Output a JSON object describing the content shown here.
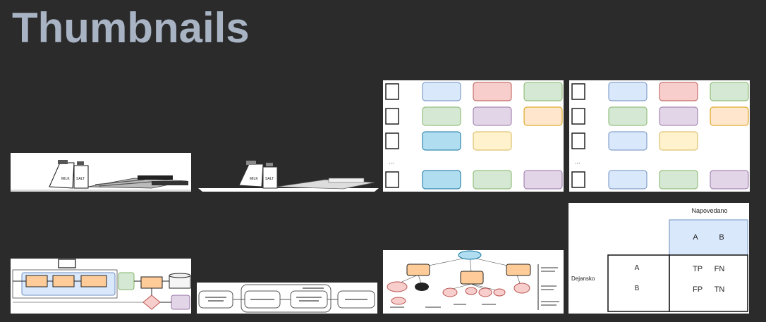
{
  "title": "Thumbnails",
  "thumbnails": [
    {
      "name": "milk-salt-scene-white",
      "labels": [
        "MILK",
        "SALT"
      ]
    },
    {
      "name": "milk-salt-scene-dark",
      "labels": [
        "MILK",
        "SALT"
      ]
    },
    {
      "name": "category-grid-a",
      "ellipsis": "..."
    },
    {
      "name": "category-grid-b",
      "ellipsis": "..."
    },
    {
      "name": "flowchart-orange"
    },
    {
      "name": "process-chain"
    },
    {
      "name": "mind-map"
    },
    {
      "name": "confusion-matrix",
      "predicted_label": "Napovedano",
      "actual_label": "Dejansko",
      "col_a": "A",
      "col_b": "B",
      "row_a": "A",
      "row_b": "B",
      "tp": "TP",
      "fn": "FN",
      "fp": "FP",
      "tn": "TN"
    }
  ]
}
